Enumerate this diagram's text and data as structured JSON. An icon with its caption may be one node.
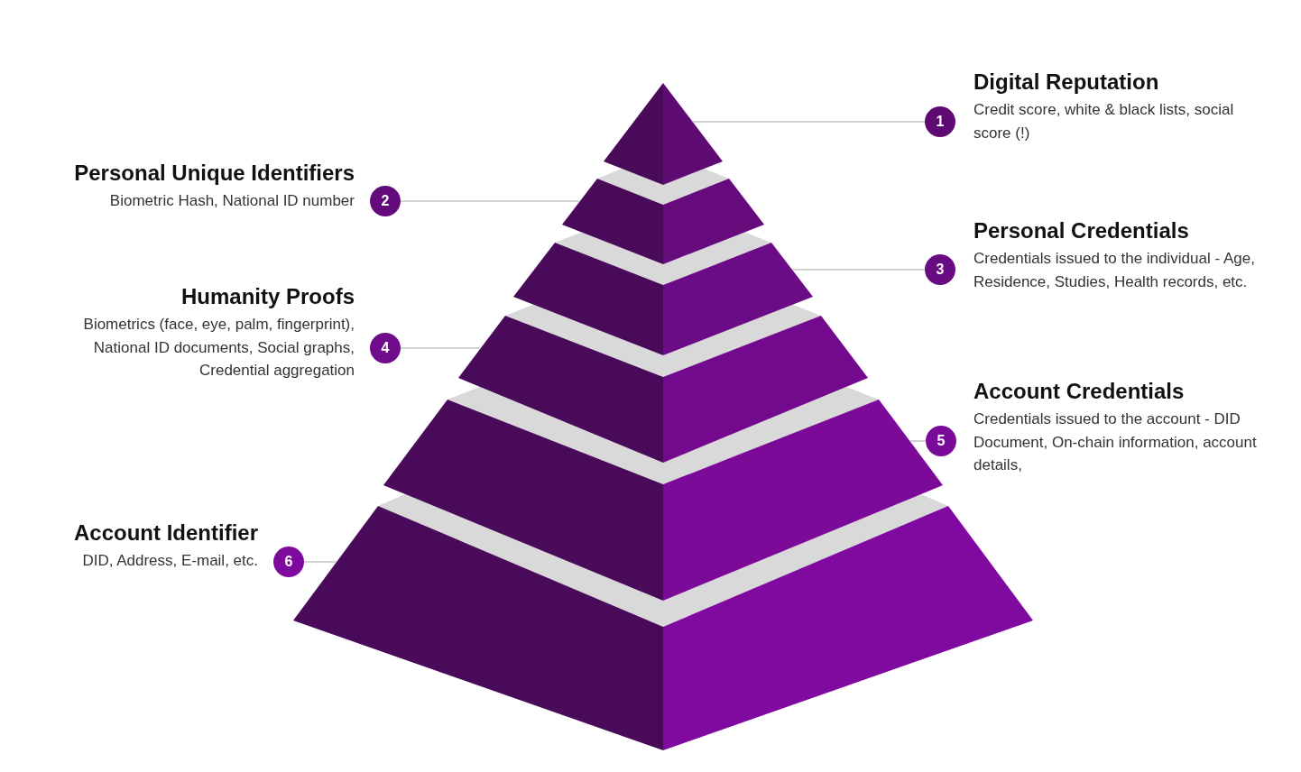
{
  "diagram": {
    "nodes": [
      {
        "text": [],
        "shape": "triangle"
      },
      {
        "text": [],
        "shape": "trapezoid"
      },
      {
        "text": [],
        "shape": "trapezoid"
      },
      {
        "text": [],
        "shape": "trapezoid"
      },
      {
        "text": [],
        "shape": "trapezoid"
      },
      {
        "text": [],
        "shape": "trapezoid"
      },
      {
        "text": [
          "1"
        ],
        "beside": [
          "Digital Reputation",
          "Credit score, white & black lists, social score (!)"
        ]
      },
      {
        "text": [
          "2"
        ],
        "beside": [
          "Personal Unique Identifiers",
          "Biometric Hash, National ID number"
        ]
      },
      {
        "text": [
          "3"
        ],
        "beside": [
          "Personal Credentials",
          "Credentials issued to the individual - Age, Residence, Studies, Health records, etc."
        ]
      },
      {
        "text": [
          "4"
        ],
        "beside": [
          "Humanity Proofs",
          "Biometrics (face, eye, palm, fingerprint), National ID documents, Social graphs, Credential aggregation"
        ]
      },
      {
        "text": [
          "5"
        ],
        "beside": [
          "Account Credentials",
          "Credentials issued to the account - DID Document, On-chain information, account details,"
        ]
      },
      {
        "text": [
          "6"
        ],
        "beside": [
          "Account Identifier",
          "DID, Address, E-mail, etc."
        ]
      }
    ],
    "edges": [
      {
        "from": 6,
        "to": 0,
        "arrow": "none"
      },
      {
        "from": 7,
        "to": 1,
        "arrow": "none"
      },
      {
        "from": 8,
        "to": 2,
        "arrow": "none"
      },
      {
        "from": 9,
        "to": 3,
        "arrow": "none"
      },
      {
        "from": 10,
        "to": 4,
        "arrow": "none"
      },
      {
        "from": 11,
        "to": 5,
        "arrow": "none"
      }
    ]
  }
}
